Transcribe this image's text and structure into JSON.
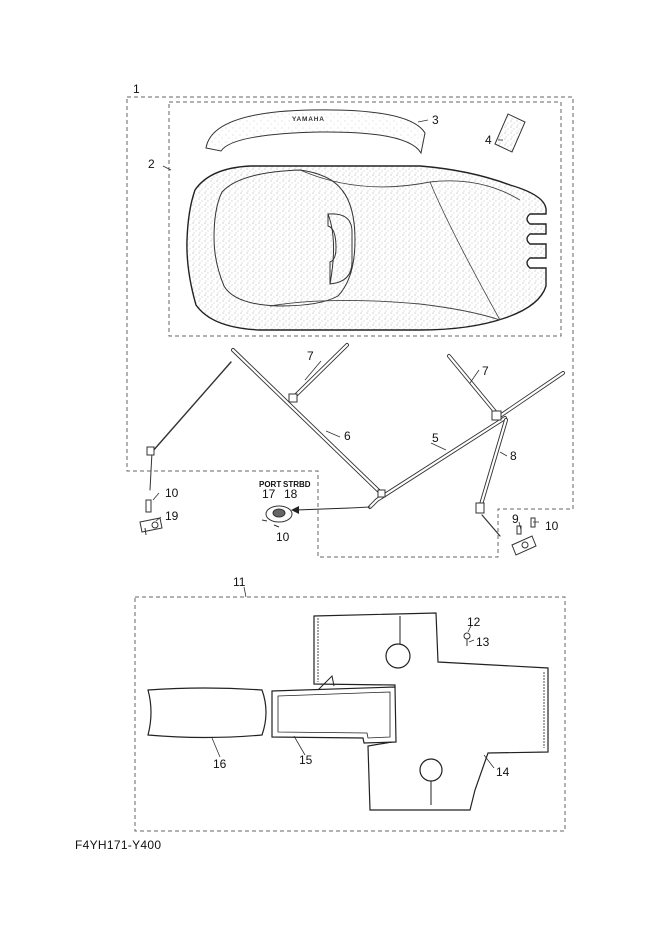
{
  "callouts": {
    "c1": "1",
    "c2": "2",
    "c3": "3",
    "c4": "4",
    "c5": "5",
    "c6": "6",
    "c7a": "7",
    "c7b": "7",
    "c8": "8",
    "c9": "9",
    "c10a": "10",
    "c10b": "10",
    "c10c": "10",
    "c11": "11",
    "c12": "12",
    "c13": "13",
    "c14": "14",
    "c15": "15",
    "c16": "16",
    "c17": "17",
    "c18": "18",
    "c19": "19"
  },
  "side_labels": {
    "port": "PORT",
    "starboard": "STRBD"
  },
  "cover_logo": "YAMAHA",
  "footer_code": "F4YH171-Y400"
}
